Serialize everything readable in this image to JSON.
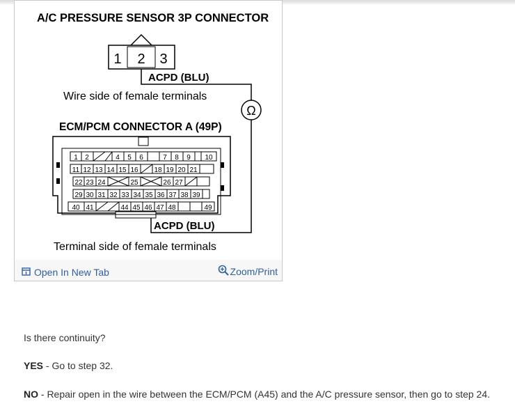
{
  "figure": {
    "title": "A/C PRESSURE SENSOR 3P CONNECTOR",
    "sensor_pins": [
      "1",
      "2",
      "3"
    ],
    "wire_label_top": "ACPD (BLU)",
    "wire_side_caption": "Wire side of female terminals",
    "ohmmeter_symbol": "Ω",
    "ecm_title": "ECM/PCM CONNECTOR A (49P)",
    "ecm_rows": [
      [
        "1",
        "2",
        "",
        "4",
        "5",
        "6",
        "7",
        "8",
        "9",
        "10"
      ],
      [
        "11",
        "12",
        "13",
        "14",
        "15",
        "16",
        "",
        "18",
        "19",
        "20",
        "21"
      ],
      [
        "22",
        "23",
        "24",
        "",
        "25",
        "",
        "26",
        "27",
        ""
      ],
      [
        "29",
        "30",
        "31",
        "32",
        "33",
        "34",
        "35",
        "36",
        "37",
        "38",
        "39"
      ],
      [
        "40",
        "41",
        "",
        "",
        "44",
        "45",
        "46",
        "47",
        "48",
        "49"
      ]
    ],
    "wire_label_bottom": "ACPD (BLU)",
    "terminal_side_caption": "Terminal side of female terminals",
    "open_tab_label": "Open In New Tab",
    "zoom_label": "Zoom/Print",
    "icons": [
      "open-in-new-tab-icon",
      "zoom-icon"
    ]
  },
  "content": {
    "question": "Is there continuity?",
    "yes_label": "YES",
    "yes_text": " - Go to step 32.",
    "no_label": "NO",
    "no_text": " - Repair open in the wire between the ECM/PCM (A45) and the A/C pressure sensor, then go to step 24."
  },
  "colors": {
    "link": "#2f5f9e",
    "text": "#333333"
  }
}
